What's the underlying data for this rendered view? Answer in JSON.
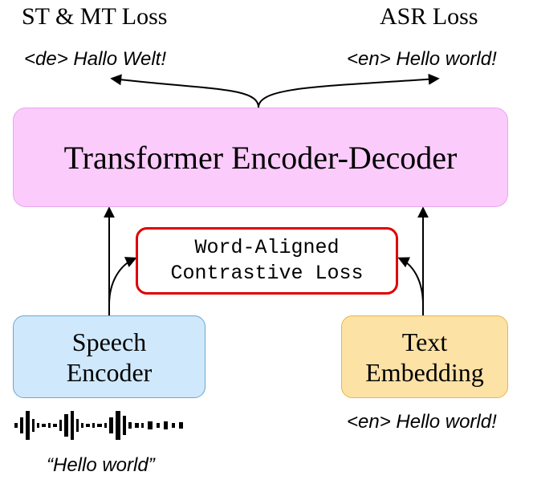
{
  "top": {
    "left_loss": "ST & MT Loss",
    "right_loss": "ASR Loss",
    "left_sample": "<de> Hallo Welt!",
    "right_sample": "<en> Hello world!"
  },
  "transformer": {
    "label": "Transformer Encoder-Decoder"
  },
  "contrastive": {
    "line1": "Word-Aligned",
    "line2": "Contrastive Loss"
  },
  "speech_encoder": {
    "line1": "Speech",
    "line2": "Encoder"
  },
  "text_embedding": {
    "line1": "Text",
    "line2": "Embedding"
  },
  "bottom": {
    "speech_input": "“Hello world”",
    "text_input": "<en> Hello world!"
  },
  "colors": {
    "transformer_fill": "#fbcbfb",
    "contrastive_border": "#e00000",
    "speech_fill": "#cfe8fb",
    "text_fill": "#fde2a6"
  },
  "icons": {
    "waveform": "speech-waveform-icon"
  }
}
